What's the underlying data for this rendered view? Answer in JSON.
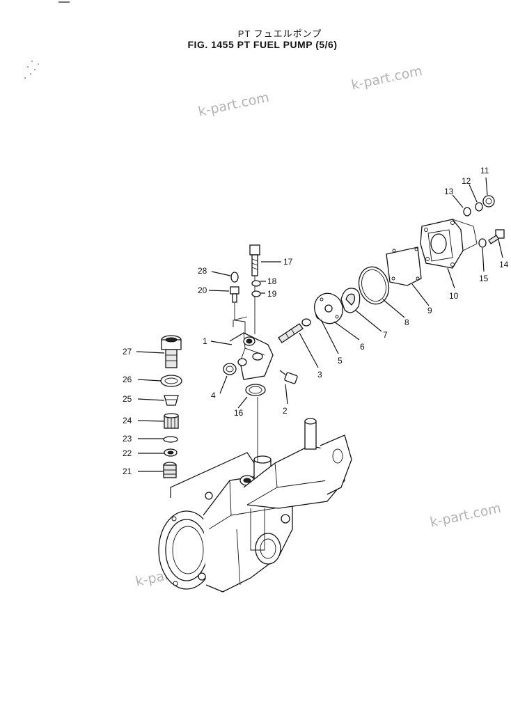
{
  "header": {
    "title_jp": "PT フュエルポンプ",
    "title_en": "FIG. 1455  PT FUEL PUMP (5/6)"
  },
  "watermark": "k-part.com",
  "callouts": {
    "c1": "1",
    "c2": "2",
    "c3": "3",
    "c4": "4",
    "c5": "5",
    "c6": "6",
    "c7": "7",
    "c8": "8",
    "c9": "9",
    "c10": "10",
    "c11": "11",
    "c12": "12",
    "c13": "13",
    "c14": "14",
    "c15": "15",
    "c16": "16",
    "c17": "17",
    "c18": "18",
    "c19": "19",
    "c20": "20",
    "c21": "21",
    "c22": "22",
    "c23": "23",
    "c24": "24",
    "c25": "25",
    "c26": "26",
    "c27": "27",
    "c28": "28"
  }
}
